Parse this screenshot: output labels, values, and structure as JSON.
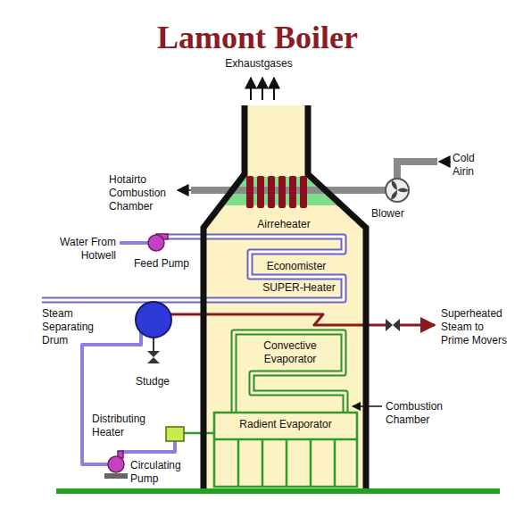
{
  "diagram": {
    "title": "Lamont Boiler",
    "nodes": [
      {
        "text": [
          "Airreheater",
          "Economister",
          "SUPER-Heater",
          "Convective Evaporator",
          "Radient Evaporator"
        ]
      }
    ],
    "labels": [
      "Exhaustgases",
      "Cold Airin",
      "Hotairto Combustion Chamber",
      "Blower",
      "Water From Hotwell",
      "Feed Pump",
      "Steam Separating Drum",
      "Superheated Steam to Prime Movers",
      "Studge",
      "Combustion Chamber",
      "Distributing Heater",
      "Circulating Pump"
    ]
  }
}
